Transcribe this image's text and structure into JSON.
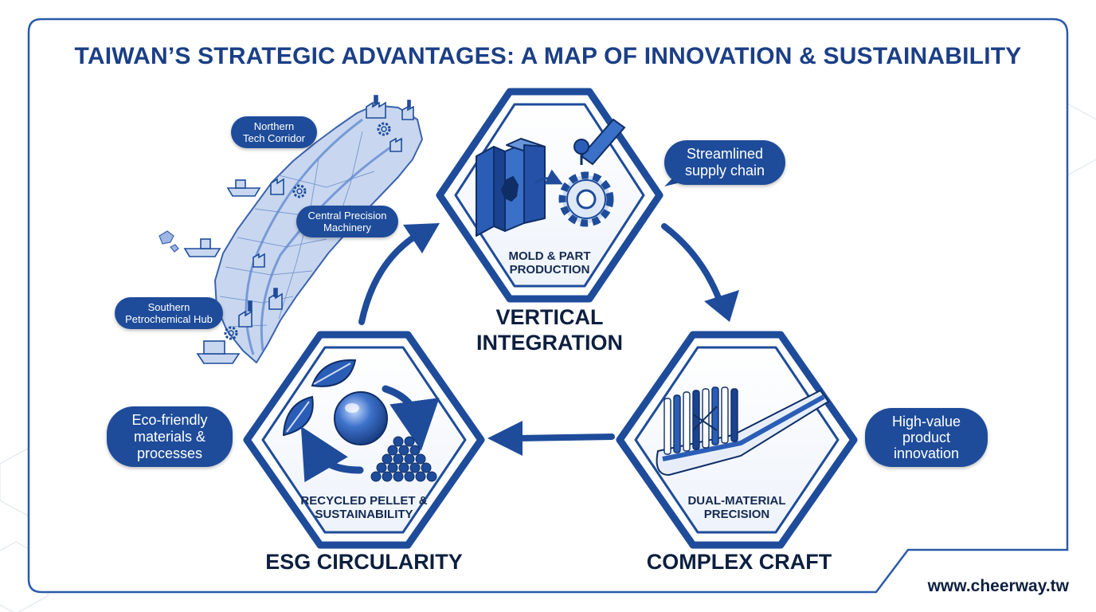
{
  "title": "TAIWAN’S STRATEGIC ADVANTAGES: A MAP OF INNOVATION & SUSTAINABILITY",
  "map_labels": {
    "north_1": "Northern",
    "north_2": "Tech Corridor",
    "central_1": "Central Precision",
    "central_2": "Machinery",
    "south_1": "Southern",
    "south_2": "Petrochemical Hub"
  },
  "stages": {
    "vertical": {
      "caption_1": "MOLD & PART",
      "caption_2": "PRODUCTION",
      "label_1": "VERTICAL",
      "label_2": "INTEGRATION"
    },
    "complex": {
      "caption_1": "DUAL-MATERIAL",
      "caption_2": "PRECISION",
      "label": "COMPLEX CRAFT"
    },
    "esg": {
      "caption_1": "RECYCLED PELLET &",
      "caption_2": "SUSTAINABILITY",
      "label": "ESG CIRCULARITY"
    }
  },
  "callouts": {
    "supply_1": "Streamlined",
    "supply_2": "supply chain",
    "value_1": "High-value",
    "value_2": "product",
    "value_3": "innovation",
    "eco_1": "Eco-friendly",
    "eco_2": "materials &",
    "eco_3": "processes"
  },
  "footer_url": "www.cheerway.tw",
  "colors": {
    "navy": "#1b3f86",
    "pill": "#1e4c9a",
    "map_fill": "#c8d7ef",
    "map_stroke": "#3b63ad"
  },
  "icons": [
    "factory-icon",
    "gear-icon",
    "ship-icon",
    "mold-icon",
    "robot-arm-icon",
    "toothbrush-icon",
    "leaf-icon",
    "pellet-icon",
    "recycle-arrow-icon"
  ]
}
